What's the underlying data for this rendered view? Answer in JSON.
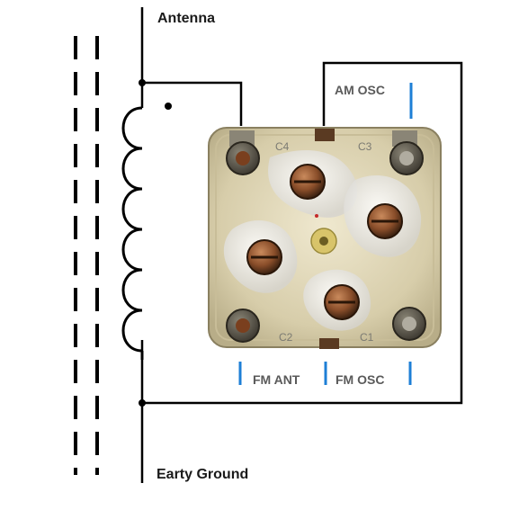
{
  "labels": {
    "antenna": "Antenna",
    "ground": "Earty Ground",
    "am_osc": "AM OSC",
    "fm_ant": "FM ANT",
    "fm_osc": "FM OSC"
  },
  "terminals": {
    "c1": "C1",
    "c2": "C2",
    "c3": "C3",
    "c4": "C4"
  },
  "colors": {
    "wire": "#000000",
    "marker_blue": "#1e7fd6",
    "capacitor_body": "#d8d0b4",
    "label_text": "#5a5a5a"
  }
}
